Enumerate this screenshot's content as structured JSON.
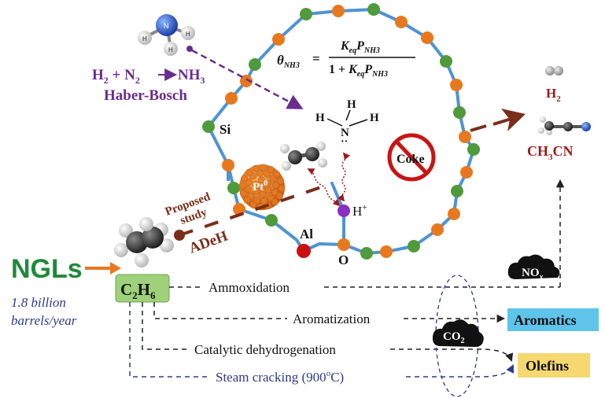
{
  "haber_bosch": {
    "reaction_lhs": "H",
    "reaction_h_sub": "2",
    "reaction_plus_n": " + N",
    "reaction_n_sub": "2",
    "reaction_rhs": "NH",
    "reaction_nh_sub": "3",
    "name": "Haber-Bosch"
  },
  "equation": {
    "lhs_theta": "θ",
    "lhs_sub": "NH3",
    "equals": "=",
    "numerator_k": "K",
    "numerator_k_sub": "eq",
    "numerator_p": "P",
    "numerator_p_sub": "NH3",
    "denominator_prefix": "1 + ",
    "denominator_k": "K",
    "denominator_k_sub": "eq",
    "denominator_p": "P",
    "denominator_p_sub": "NH3"
  },
  "zeolite": {
    "si_label": "Si",
    "al_label": "Al",
    "o_label": "O",
    "proton_label": "H",
    "proton_charge": "+",
    "coke_label": "Coke",
    "pt_label": "Pt",
    "pt_superscript": "0",
    "ammonia_h1": "H",
    "ammonia_h2": "H",
    "ammonia_h3": "H",
    "ammonia_n": "N",
    "ammonia_lone_pair": "··"
  },
  "proposed": {
    "line1": "Proposed",
    "line2": "study",
    "adeh": "ADeH"
  },
  "atom_labels": {
    "n": "N",
    "h": "H"
  },
  "ngls": {
    "label": "NGLs",
    "volume_line1": "1.8 billion",
    "volume_line2": "barrels/year"
  },
  "ethane": {
    "c": "C",
    "c_sub": "2",
    "h": "H",
    "h_sub": "6"
  },
  "routes": {
    "ammoxidation": "Ammoxidation",
    "aromatization": "Aromatization",
    "catalytic_dehydrogenation": "Catalytic dehydrogenation",
    "steam_cracking_prefix": "Steam cracking (900",
    "steam_cracking_sup": "o",
    "steam_cracking_suffix": "C)"
  },
  "products": {
    "h2": "H",
    "h2_sub": "2",
    "ch3cn_prefix": "CH",
    "ch3cn_sub": "3",
    "ch3cn_suffix": "CN",
    "aromatics": "Aromatics",
    "olefins": "Olefins"
  },
  "clouds": {
    "nox_prefix": "NO",
    "nox_sub": "x",
    "co2_prefix": "CO",
    "co2_sub": "2"
  },
  "colors": {
    "purple": "#6a2c8e",
    "ngl_green": "#1e8a3a",
    "brown": "#7a2e1a",
    "dark_red": "#9b1b1b",
    "blue_text": "#2e3a8c",
    "ring_blue": "#4f93d3",
    "si_green": "#4f9a3a",
    "o_orange": "#e8781e",
    "al_red": "#cc1010",
    "aromatics_bg": "#5fc4ea",
    "olefins_bg": "#f6d870",
    "ethane_box_bg": "#9ed17a"
  }
}
